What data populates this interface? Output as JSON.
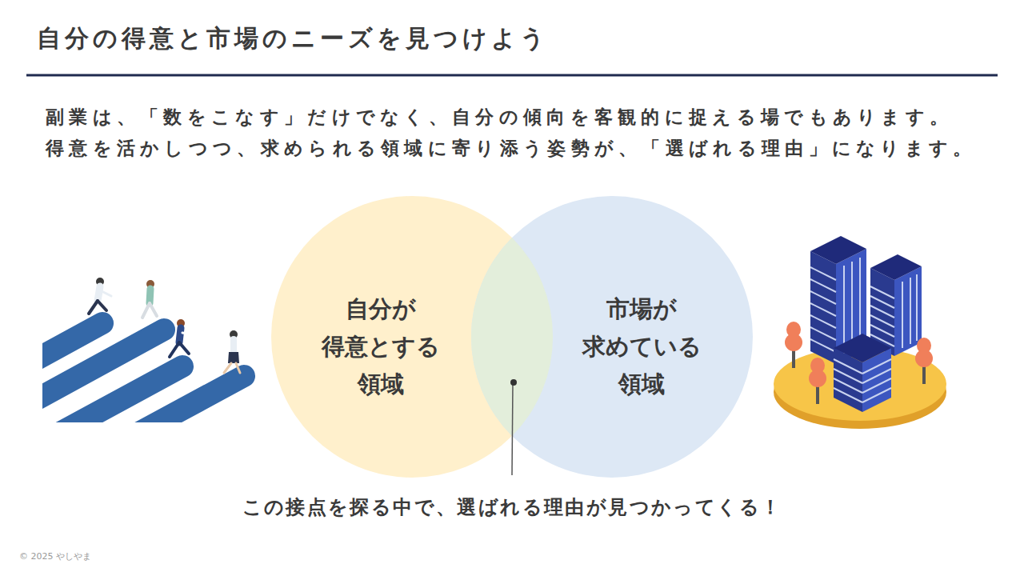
{
  "diagram": {
    "title": "自分の得意と市場のニーズを見つけよう",
    "nodes": [
      {
        "text": [
          "自分が 得意とする 領域"
        ]
      },
      {
        "text": [
          "市場が 求めている 領域"
        ]
      }
    ],
    "labels": [
      "副業は、「数をこなす」だけでなく、自分の傾向を客観的に捉える場でもあります。",
      "得意を活かしつつ、求められる領域に寄り添う姿勢が、「選ばれる理由」になります。",
      "この接点を探る中で、選ばれる理由が見つかってくる！",
      "© 2025 やしやま"
    ]
  }
}
